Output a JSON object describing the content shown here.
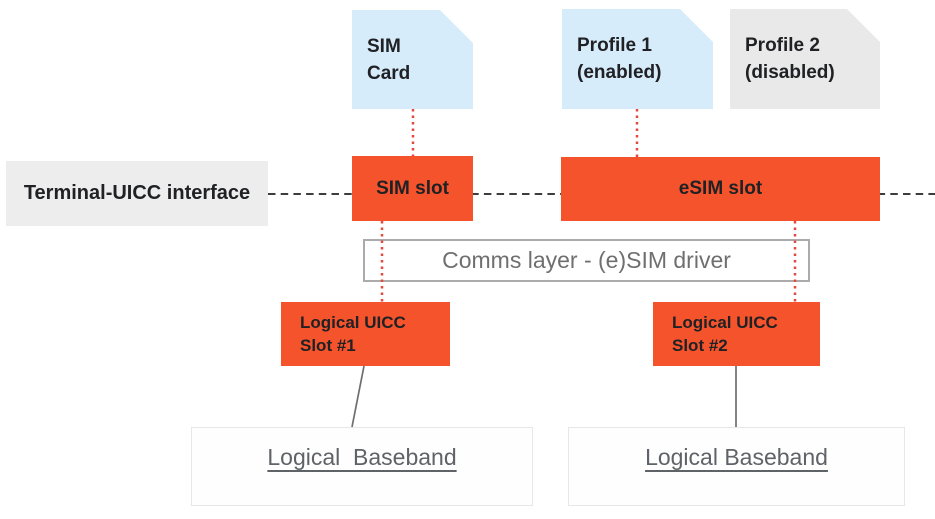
{
  "colors": {
    "card_blue": "#D7ECFA",
    "card_gray": "#E9E9E9",
    "terminal_gray": "#EDEDED",
    "slot_orange": "#F5532C",
    "dotted_red": "#E24A40",
    "dash_dark": "#3D3D3D",
    "connector_gray": "#6E6E6E"
  },
  "nodes": {
    "sim_card": {
      "label": "SIM\nCard"
    },
    "profile_1": {
      "label": "Profile 1\n(enabled)"
    },
    "profile_2": {
      "label": "Profile 2\n(disabled)"
    },
    "terminal_uicc": {
      "label": "Terminal-UICC interface"
    },
    "sim_slot": {
      "label": "SIM slot"
    },
    "esim_slot": {
      "label": "eSIM slot"
    },
    "comms_layer": {
      "label": "Comms layer - (e)SIM driver"
    },
    "logical_uicc_slot_1": {
      "label": "Logical UICC\nSlot #1"
    },
    "logical_uicc_slot_2": {
      "label": "Logical UICC\nSlot #2"
    },
    "logical_baseband_1": {
      "label": "Logical  Baseband"
    },
    "logical_baseband_2": {
      "label": "Logical Baseband"
    }
  }
}
